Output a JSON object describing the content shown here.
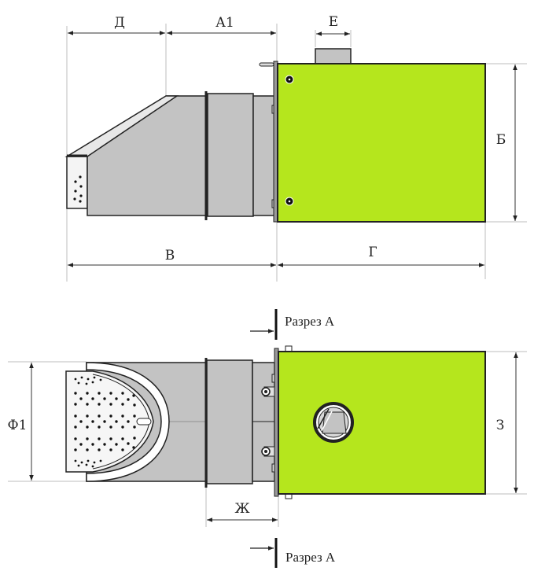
{
  "diagram": {
    "subject": "Pellet burner dimensional drawing",
    "colors": {
      "housing_green": "#b5e61d",
      "tube_gray": "#c3c3c3",
      "line_dark": "#222222",
      "extension_line": "#bdbdbd"
    },
    "side_view": {
      "dimensions": {
        "d": "Д",
        "a1": "А1",
        "e": "Е",
        "b_height": "Б",
        "v_length": "В",
        "g_length": "Г"
      }
    },
    "top_view": {
      "dimensions": {
        "f1": "Ф1",
        "z_height": "З",
        "zh": "Ж"
      },
      "section_marks": {
        "top": "Разрез А",
        "bottom": "Разрез А"
      }
    }
  }
}
